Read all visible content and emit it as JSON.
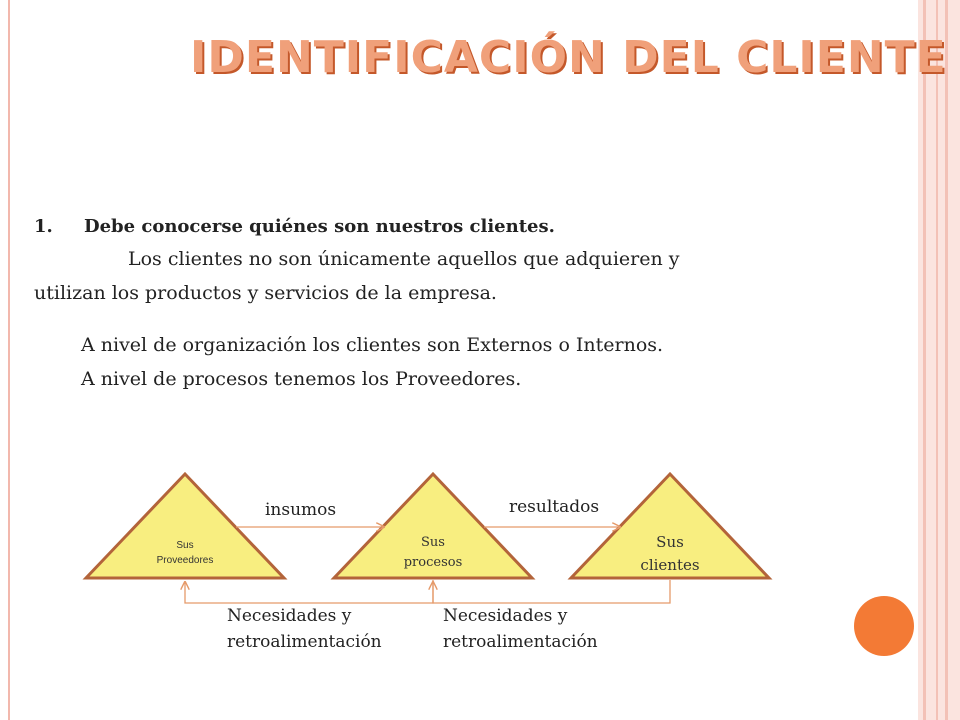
{
  "title": "Identificación del cliente",
  "point": {
    "number": "1.",
    "heading": "Debe conocerse quiénes son nuestros clientes.",
    "line1": "Los clientes no son únicamente aquellos que adquieren y",
    "line2": "utilizan los productos y servicios de la empresa.",
    "line3": "A nivel de organización los clientes son Externos o Internos.",
    "line4": "A nivel de procesos tenemos los Proveedores."
  },
  "diagram": {
    "node_proveedores": [
      "Sus",
      "Proveedores"
    ],
    "node_procesos": [
      "Sus",
      "procesos"
    ],
    "node_clientes": [
      "Sus",
      "clientes"
    ],
    "edge_insumos": "insumos",
    "edge_resultados": "resultados",
    "feedback_left": [
      "Necesidades y",
      "retroalimentación"
    ],
    "feedback_right": [
      "Necesidades y",
      "retroalimentación"
    ]
  },
  "colors": {
    "triangle_fill": "#f8ee80",
    "triangle_stroke": "#b3643a",
    "arrow": "#e59a6a",
    "title": "#f0a07a",
    "accent_circle": "#f37a35",
    "frame": "#f2b8ad"
  }
}
